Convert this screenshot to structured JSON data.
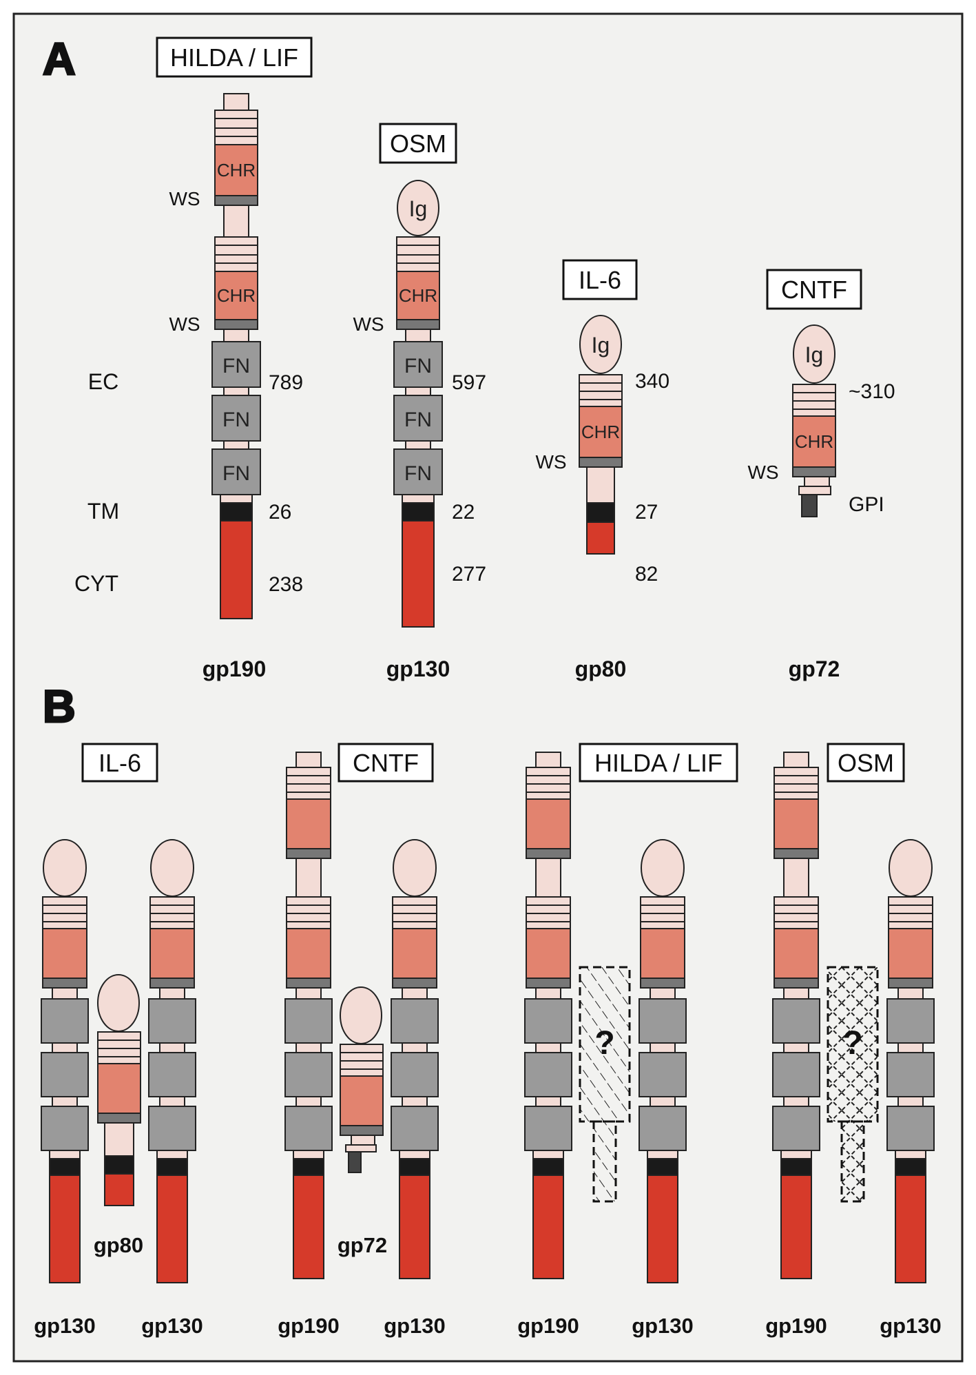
{
  "colors": {
    "background": "#f2f2f0",
    "pale_pink": "#f3dcd6",
    "salmon_chr": "#e2836f",
    "gray_fn": "#9a9a9a",
    "dark_ws": "#777777",
    "black_tm": "#1a1a1a",
    "red_cyt": "#d63a2a"
  },
  "panel_a": {
    "letter": "A",
    "region_labels": {
      "ec": "EC",
      "tm": "TM",
      "cyt": "CYT"
    },
    "receptors": {
      "gp190": {
        "ligand": "HILDA / LIF",
        "name": "gp190",
        "ws_labels": [
          "WS",
          "WS"
        ],
        "domains": {
          "chr1": "CHR",
          "chr2": "CHR",
          "fn1": "FN",
          "fn2": "FN",
          "fn3": "FN"
        },
        "counts": {
          "ec": "789",
          "tm": "26",
          "cyt": "238"
        }
      },
      "gp130": {
        "ligand": "OSM",
        "name": "gp130",
        "ws_label": "WS",
        "domains": {
          "ig": "Ig",
          "chr": "CHR",
          "fn1": "FN",
          "fn2": "FN",
          "fn3": "FN"
        },
        "counts": {
          "ec": "597",
          "tm": "22",
          "cyt": "277"
        }
      },
      "gp80": {
        "ligand": "IL-6",
        "name": "gp80",
        "ws_label": "WS",
        "domains": {
          "ig": "Ig",
          "chr": "CHR"
        },
        "counts": {
          "ec": "340",
          "tm": "27",
          "cyt": "82"
        }
      },
      "gp72": {
        "ligand": "CNTF",
        "name": "gp72",
        "ws_label": "WS",
        "anchor_label": "GPI",
        "domains": {
          "ig": "Ig",
          "chr": "CHR"
        },
        "counts": {
          "ec": "~310"
        }
      }
    }
  },
  "panel_b": {
    "letter": "B",
    "complexes": [
      {
        "ligand": "IL-6",
        "labels": [
          "gp130",
          "gp80",
          "gp130"
        ]
      },
      {
        "ligand": "CNTF",
        "labels": [
          "gp190",
          "gp72",
          "gp130"
        ]
      },
      {
        "ligand": "HILDA / LIF",
        "labels": [
          "gp190",
          "gp130"
        ],
        "unknown": "?"
      },
      {
        "ligand": "OSM",
        "labels": [
          "gp190",
          "gp130"
        ],
        "unknown": "?"
      }
    ]
  }
}
